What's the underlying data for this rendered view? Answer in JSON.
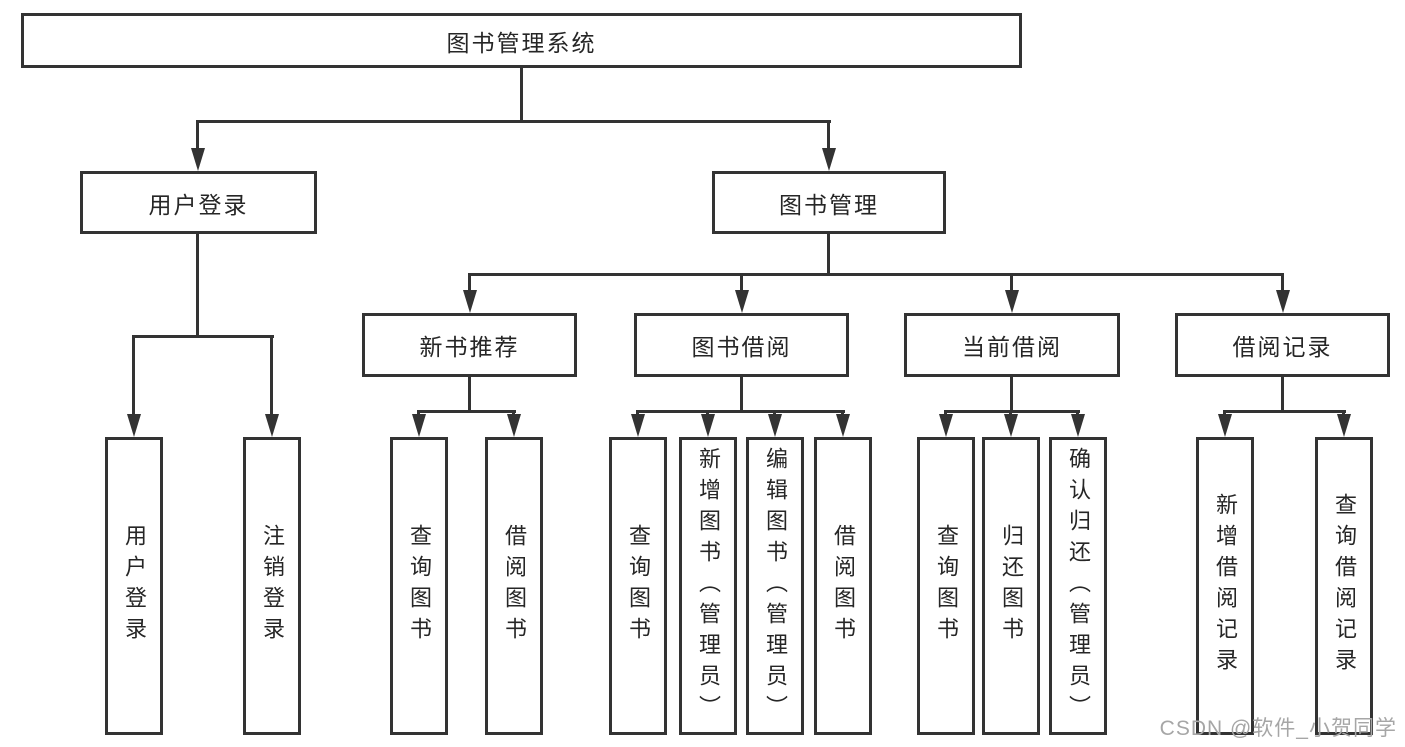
{
  "diagram": {
    "title": "图书管理系统",
    "level2": {
      "user_login": "用户登录",
      "book_management": "图书管理"
    },
    "level3": {
      "new_book_recommend": "新书推荐",
      "book_borrowing": "图书借阅",
      "current_borrowing": "当前借阅",
      "borrowing_records": "借阅记录"
    },
    "level4": {
      "user_login": "用户登录",
      "logout": "注销登录",
      "nb_query_books": "查询图书",
      "nb_borrow_books": "借阅图书",
      "bb_query_books": "查询图书",
      "bb_add_books_admin": "新增图书（管理员）",
      "bb_edit_books_admin": "编辑图书（管理员）",
      "bb_borrow_books": "借阅图书",
      "cb_query_books": "查询图书",
      "cb_return_books": "归还图书",
      "cb_confirm_return_admin": "确认归还（管理员）",
      "br_add_record": "新增借阅记录",
      "br_query_record": "查询借阅记录"
    },
    "watermark": "CSDN @软件_小贺同学",
    "colors": {
      "line": "#333333",
      "text": "#262626",
      "watermark": "#a6a6a6",
      "background": "#ffffff"
    }
  }
}
